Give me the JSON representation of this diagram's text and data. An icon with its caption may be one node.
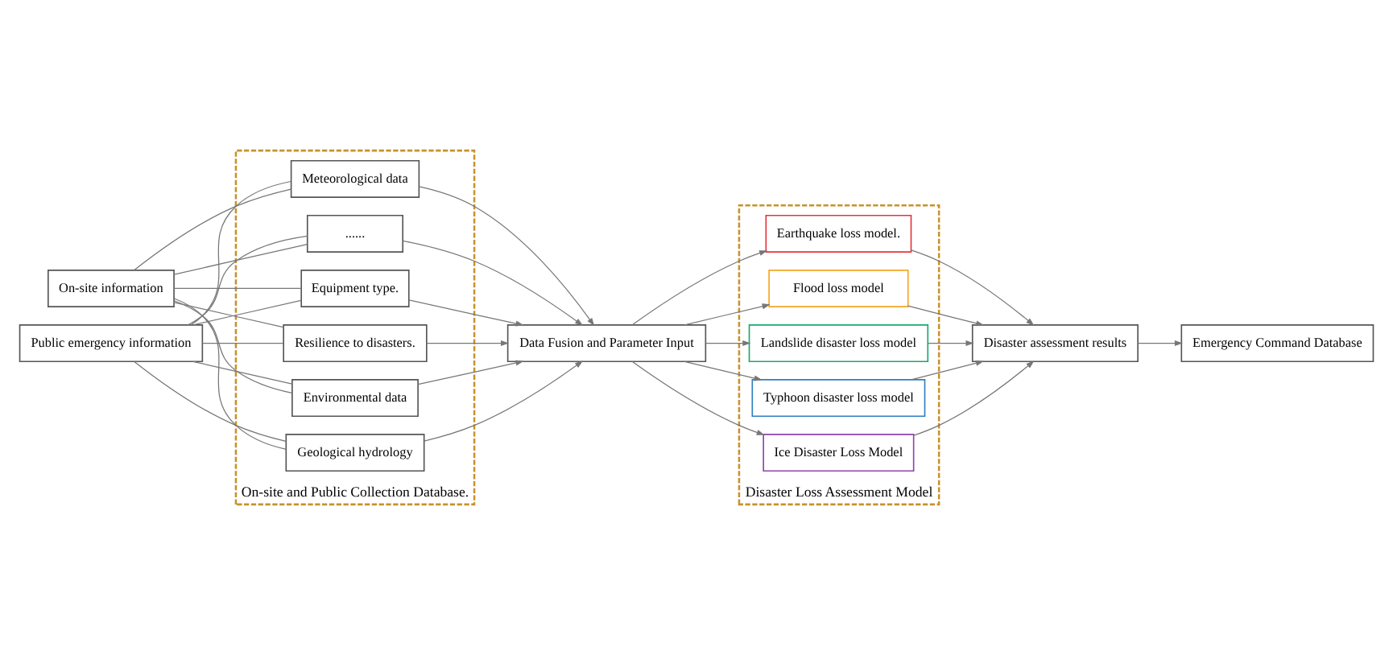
{
  "diagram": {
    "nodes": [
      {
        "text": [
          "On-site information"
        ]
      },
      {
        "text": [
          "Public emergency information"
        ]
      },
      {
        "text": [
          "On-site and Public Collection Database."
        ]
      },
      {
        "text": [
          "Equipment type."
        ],
        "in": 2
      },
      {
        "text": [
          "Resilience to disasters."
        ],
        "in": 2
      },
      {
        "text": [
          "Environmental data"
        ],
        "in": 2
      },
      {
        "text": [
          "Geological hydrology"
        ],
        "in": 2
      },
      {
        "text": [
          "Meteorological data"
        ],
        "in": 2
      },
      {
        "text": [
          "......"
        ],
        "in": 2
      },
      {
        "text": [
          "Data Fusion and Parameter Input"
        ]
      },
      {
        "text": [
          "Disaster Loss Assessment Model"
        ]
      },
      {
        "text": [
          "Earthquake loss model."
        ],
        "in": 10
      },
      {
        "text": [
          "Flood loss model"
        ],
        "in": 10
      },
      {
        "text": [
          "Landslide disaster loss model"
        ],
        "in": 10
      },
      {
        "text": [
          "Typhoon disaster loss model"
        ],
        "in": 10
      },
      {
        "text": [
          "Ice Disaster Loss Model"
        ],
        "in": 10
      },
      {
        "text": [
          "Disaster assessment results"
        ]
      },
      {
        "text": [
          "Emergency Command Database"
        ]
      }
    ],
    "edges": [
      {
        "from": 0,
        "to": 3,
        "arrow": "none"
      },
      {
        "from": 0,
        "to": 4,
        "arrow": "none"
      },
      {
        "from": 0,
        "to": 5,
        "arrow": "none"
      },
      {
        "from": 0,
        "to": 6,
        "arrow": "none"
      },
      {
        "from": 0,
        "to": 7,
        "arrow": "none"
      },
      {
        "from": 0,
        "to": 8,
        "arrow": "none"
      },
      {
        "from": 1,
        "to": 3,
        "arrow": "none"
      },
      {
        "from": 1,
        "to": 4,
        "arrow": "none"
      },
      {
        "from": 1,
        "to": 5,
        "arrow": "none"
      },
      {
        "from": 1,
        "to": 6,
        "arrow": "none"
      },
      {
        "from": 1,
        "to": 7,
        "arrow": "none"
      },
      {
        "from": 1,
        "to": 8,
        "arrow": "none"
      },
      {
        "from": 3,
        "to": 9,
        "arrow": "to"
      },
      {
        "from": 4,
        "to": 9,
        "arrow": "to"
      },
      {
        "from": 5,
        "to": 9,
        "arrow": "to"
      },
      {
        "from": 6,
        "to": 9,
        "arrow": "to"
      },
      {
        "from": 7,
        "to": 9,
        "arrow": "to"
      },
      {
        "from": 8,
        "to": 9,
        "arrow": "to"
      },
      {
        "from": 9,
        "to": 11,
        "arrow": "to"
      },
      {
        "from": 9,
        "to": 12,
        "arrow": "to"
      },
      {
        "from": 9,
        "to": 13,
        "arrow": "to"
      },
      {
        "from": 9,
        "to": 14,
        "arrow": "to"
      },
      {
        "from": 9,
        "to": 15,
        "arrow": "to"
      },
      {
        "from": 11,
        "to": 16,
        "arrow": "to"
      },
      {
        "from": 12,
        "to": 16,
        "arrow": "to"
      },
      {
        "from": 13,
        "to": 16,
        "arrow": "to"
      },
      {
        "from": 14,
        "to": 16,
        "arrow": "to"
      },
      {
        "from": 15,
        "to": 16,
        "arrow": "to"
      },
      {
        "from": 16,
        "to": 17,
        "arrow": "to"
      }
    ]
  }
}
